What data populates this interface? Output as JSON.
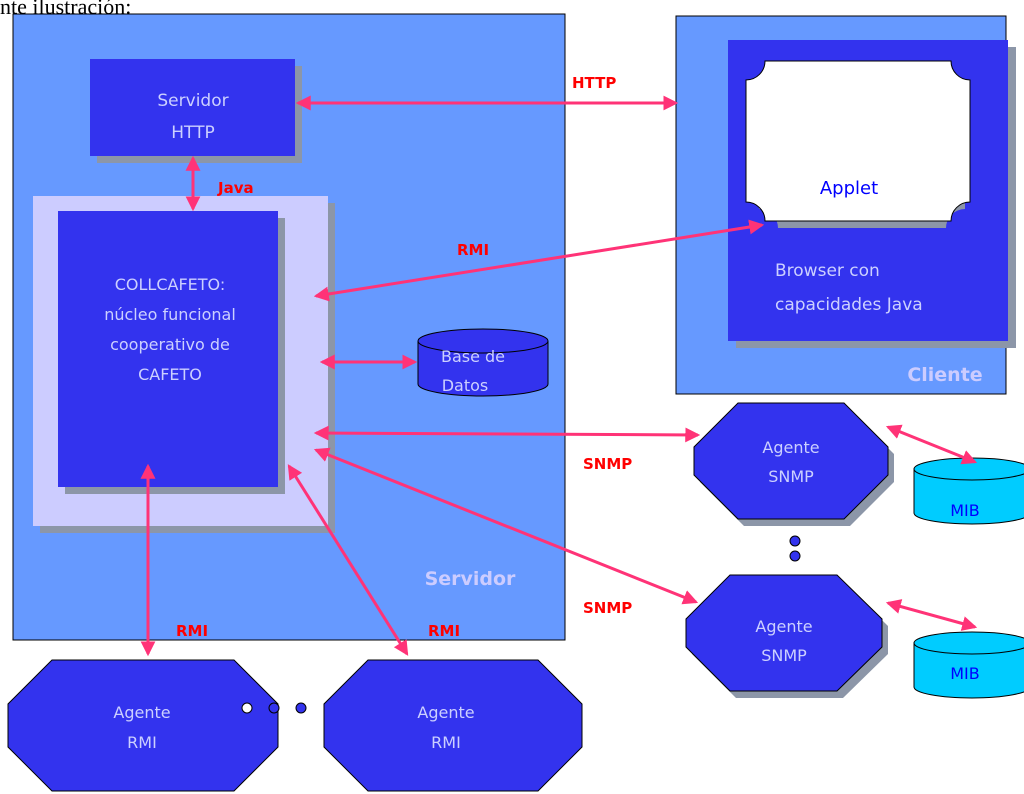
{
  "page": {
    "top_text": "nte ilustración:"
  },
  "colors": {
    "container": "#6699ff",
    "box": "#3333ee",
    "shadow": "#8c96a8",
    "panel": "#ccccff",
    "arrow": "#ff3377",
    "protocol_label": "#ff0000",
    "caption": "#ccccff",
    "node_text": "#ccd0ff",
    "database": "#00ccff",
    "applet_text": "#0000ff"
  },
  "containers": {
    "server": {
      "label": "Servidor"
    },
    "client": {
      "label": "Cliente"
    }
  },
  "nodes": {
    "http_server": {
      "lines": [
        "Servidor",
        "HTTP"
      ]
    },
    "core": {
      "lines": [
        "COLLCAFETO:",
        "núcleo funcional",
        "cooperativo de",
        "CAFETO"
      ]
    },
    "database": {
      "lines": [
        "Base de",
        "Datos"
      ]
    },
    "browser": {
      "lines": [
        "Browser con",
        "capacidades Java"
      ]
    },
    "applet": {
      "label": "Applet"
    },
    "snmp_agent_1": {
      "lines": [
        "Agente",
        "SNMP"
      ]
    },
    "snmp_agent_2": {
      "lines": [
        "Agente",
        "SNMP"
      ]
    },
    "mib_1": {
      "label": "MIB"
    },
    "mib_2": {
      "label": "MIB"
    },
    "rmi_agent_1": {
      "lines": [
        "Agente",
        "RMI"
      ]
    },
    "rmi_agent_2": {
      "lines": [
        "Agente",
        "RMI"
      ]
    }
  },
  "edges": {
    "http": "HTTP",
    "java": "Java",
    "rmi_applet": "RMI",
    "snmp_1": "SNMP",
    "snmp_2": "SNMP",
    "rmi_agent_1": "RMI",
    "rmi_agent_2": "RMI"
  }
}
